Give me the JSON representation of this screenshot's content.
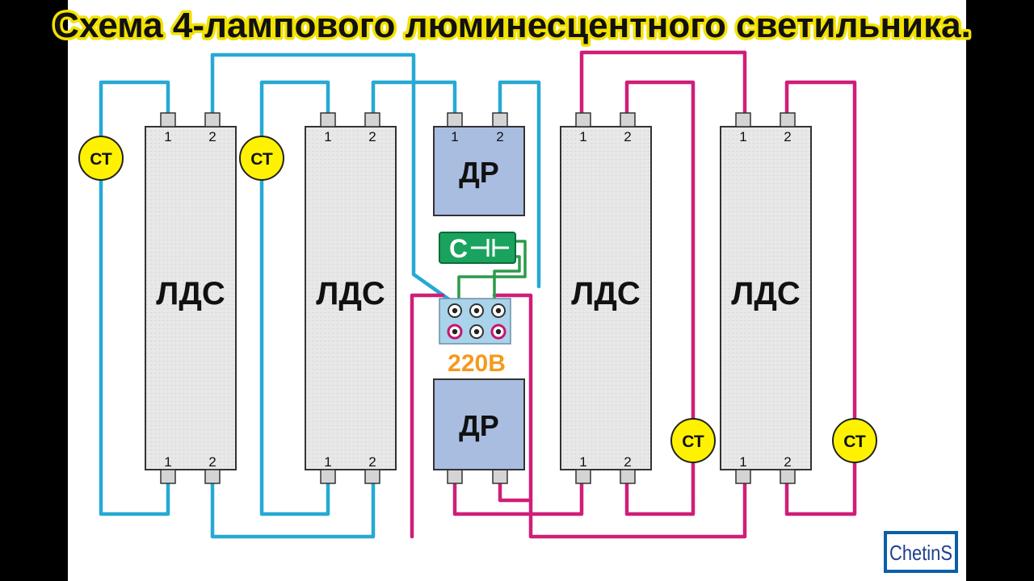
{
  "title": "Схема 4-лампового люминесцентного светильника.",
  "lamps": [
    {
      "label": "ЛДС",
      "pins": [
        "1",
        "2",
        "1",
        "2"
      ]
    },
    {
      "label": "ЛДС",
      "pins": [
        "1",
        "2",
        "1",
        "2"
      ]
    },
    {
      "label": "ЛДС",
      "pins": [
        "1",
        "2",
        "1",
        "2"
      ]
    },
    {
      "label": "ЛДС",
      "pins": [
        "1",
        "2",
        "1",
        "2"
      ]
    }
  ],
  "chokes": [
    {
      "label": "ДР",
      "pins": [
        "1",
        "2"
      ]
    },
    {
      "label": "ДР",
      "pins": [
        "",
        ""
      ]
    }
  ],
  "starters": [
    "СТ",
    "СТ",
    "СТ",
    "СТ"
  ],
  "capacitor_label": "С",
  "supply_voltage": "220В",
  "logo": "ChetinS",
  "colors": {
    "wire_left_group": "#26a9d4",
    "wire_right_group": "#d01e78",
    "capacitor_wire": "#2c9a4a",
    "starter": "#fff200",
    "lamp_body": "#e8e8e8",
    "choke_body": "#a9bde0",
    "title_outline": "#f2e200",
    "voltage_text": "#f39a1e"
  }
}
